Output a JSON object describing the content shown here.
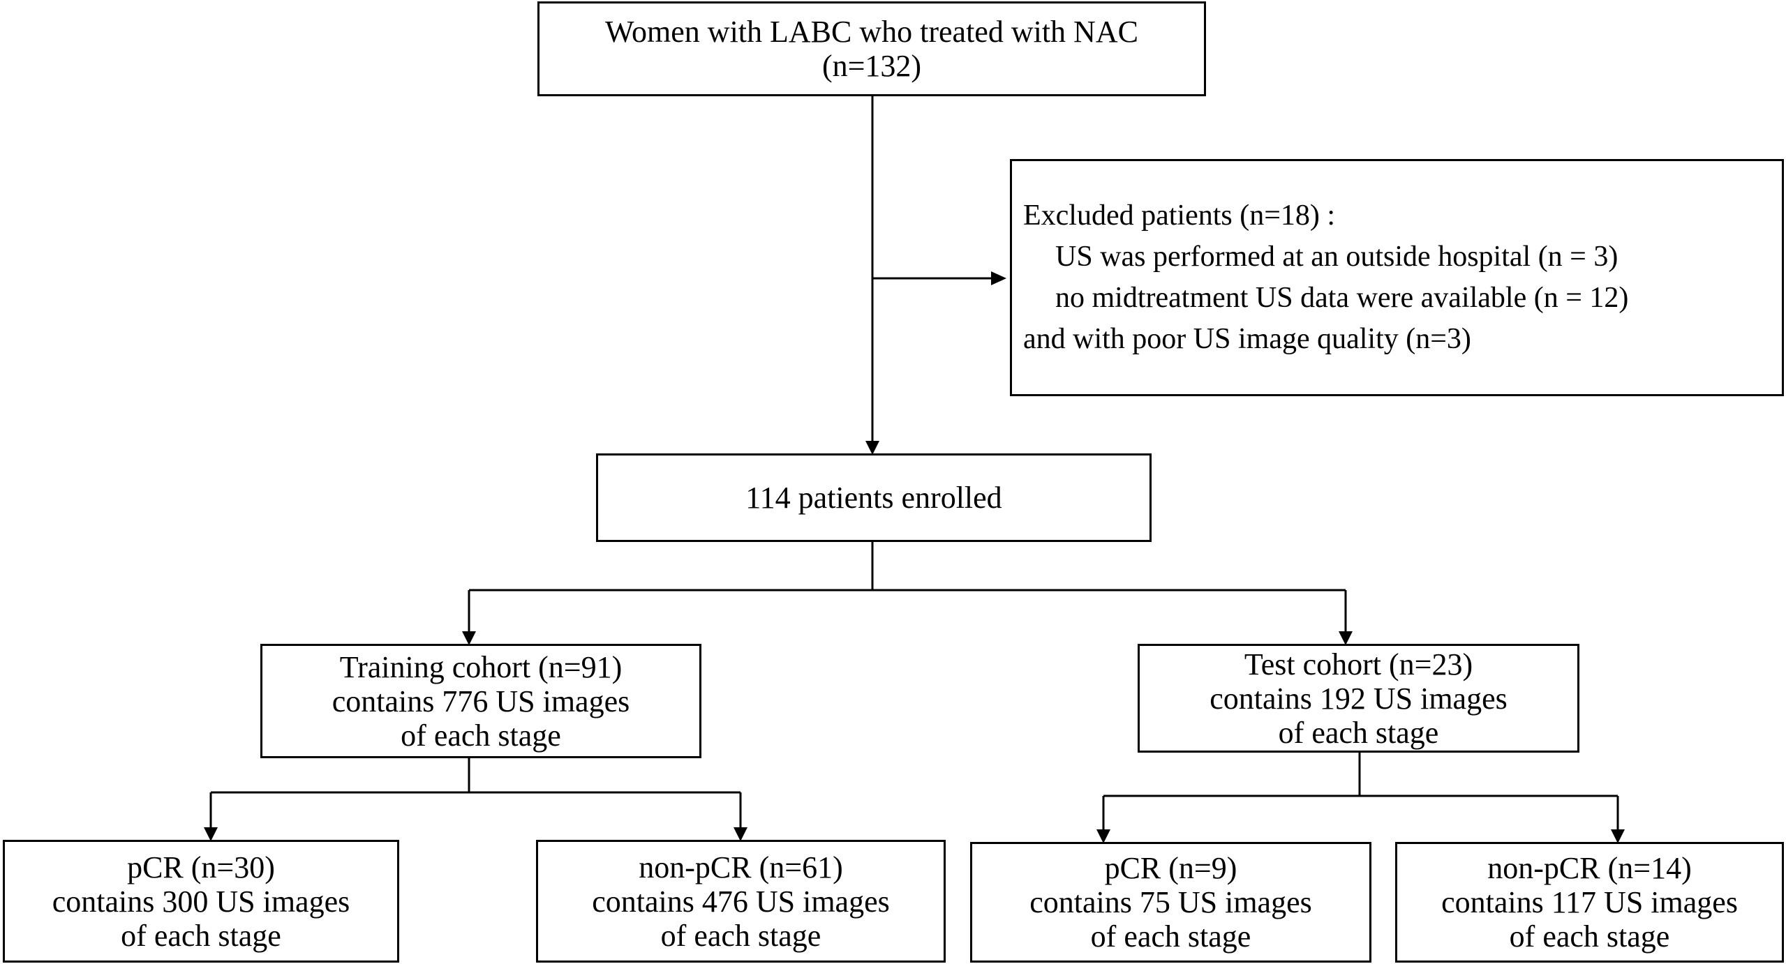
{
  "boxes": {
    "women": {
      "lines": [
        "Women with LABC who treated with NAC",
        "(n=132)"
      ]
    },
    "excluded": {
      "lines": [
        "Excluded patients (n=18) :",
        "US was performed at an outside hospital (n = 3)",
        "no midtreatment US data were available (n = 12)",
        "and with poor US image quality (n=3)"
      ]
    },
    "enrolled": {
      "lines": [
        "114 patients enrolled"
      ]
    },
    "training": {
      "lines": [
        "Training cohort (n=91)",
        "contains 776 US images",
        "of each stage"
      ]
    },
    "test": {
      "lines": [
        "Test cohort (n=23)",
        "contains 192 US images",
        "of each stage"
      ]
    },
    "train_pcr": {
      "lines": [
        "pCR (n=30)",
        "contains 300 US images",
        "of each stage"
      ]
    },
    "train_nonpcr": {
      "lines": [
        "non-pCR (n=61)",
        "contains 476 US images",
        "of each stage"
      ]
    },
    "test_pcr": {
      "lines": [
        "pCR (n=9)",
        "contains 75 US images",
        "of each stage"
      ]
    },
    "test_nonpcr": {
      "lines": [
        "non-pCR (n=14)",
        "contains 117 US images",
        "of each stage"
      ]
    }
  }
}
